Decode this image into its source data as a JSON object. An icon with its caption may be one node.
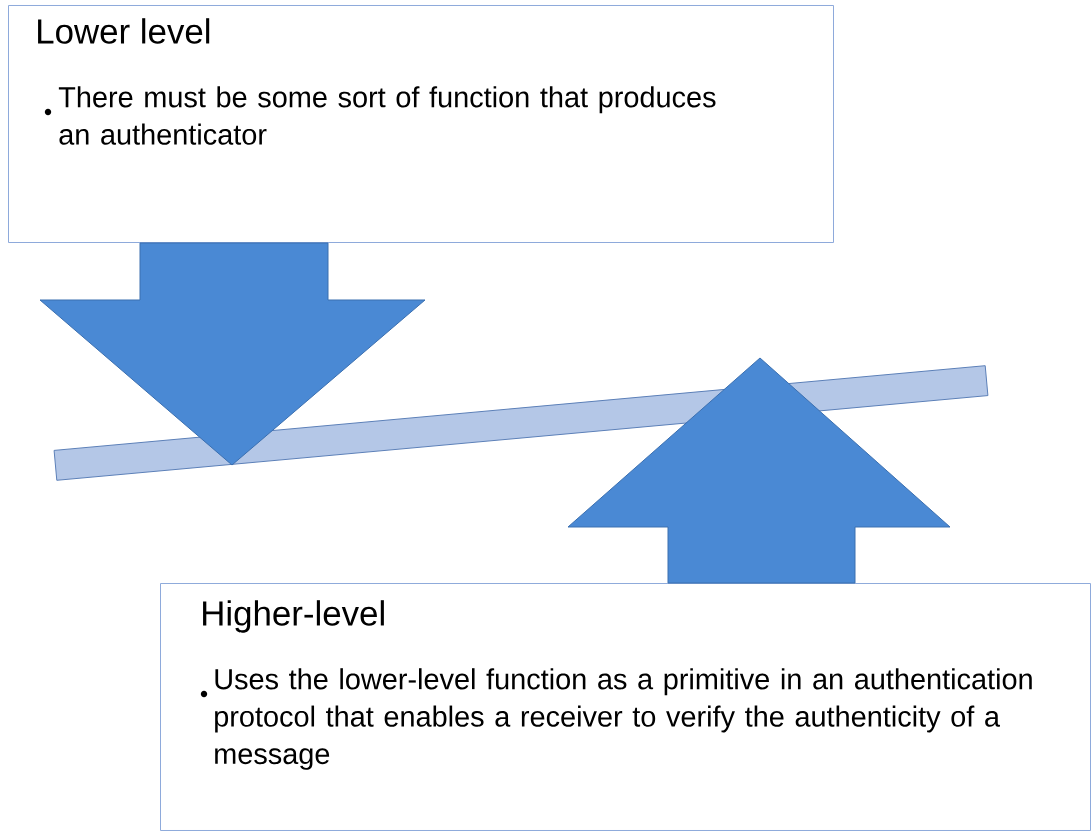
{
  "diagram": {
    "nodes": [
      {
        "text": [
          "Lower level",
          "There must be some sort of function that produces an authenticator"
        ]
      },
      {
        "text": [
          "Higher-level",
          "Uses the lower-level function as a primitive in an authentication protocol that enables a receiver to verify the authenticity of a message"
        ]
      },
      {
        "text": [],
        "shape": "bar"
      }
    ],
    "edges": [
      {
        "from": 0,
        "to": 2,
        "arrow": "to"
      },
      {
        "from": 1,
        "to": 2,
        "arrow": "to"
      }
    ]
  }
}
